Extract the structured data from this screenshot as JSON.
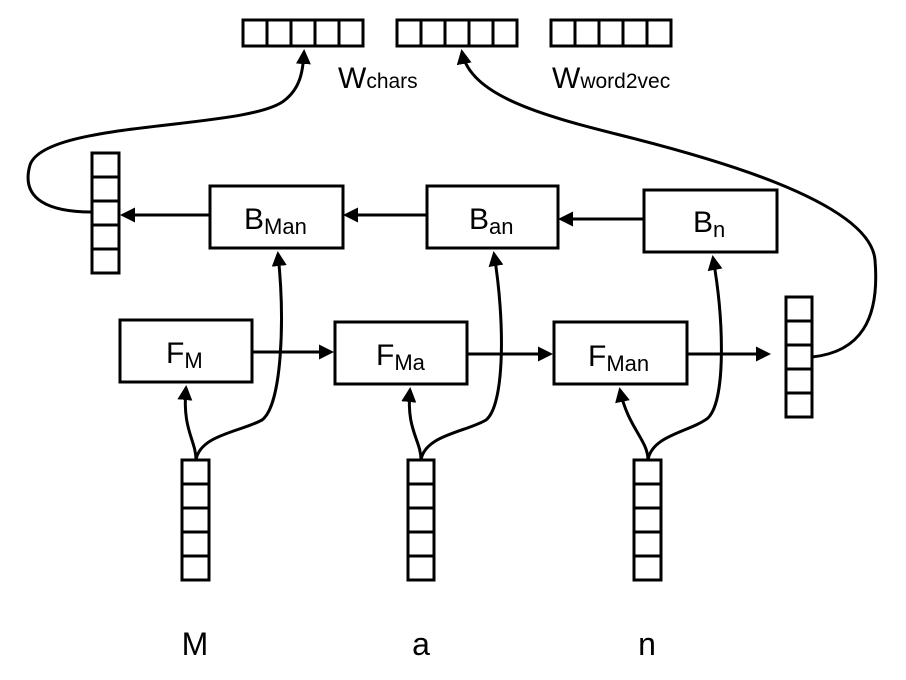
{
  "embeddings": {
    "w_chars": {
      "main": "W",
      "sub": "chars"
    },
    "w_word2vec": {
      "main": "W",
      "sub": "word2vec"
    }
  },
  "backward_cells": [
    {
      "main": "B",
      "sub": "Man"
    },
    {
      "main": "B",
      "sub": "an"
    },
    {
      "main": "B",
      "sub": "n"
    }
  ],
  "forward_cells": [
    {
      "main": "F",
      "sub": "M"
    },
    {
      "main": "F",
      "sub": "Ma"
    },
    {
      "main": "F",
      "sub": "Man"
    }
  ],
  "characters": [
    "M",
    "a",
    "n"
  ]
}
